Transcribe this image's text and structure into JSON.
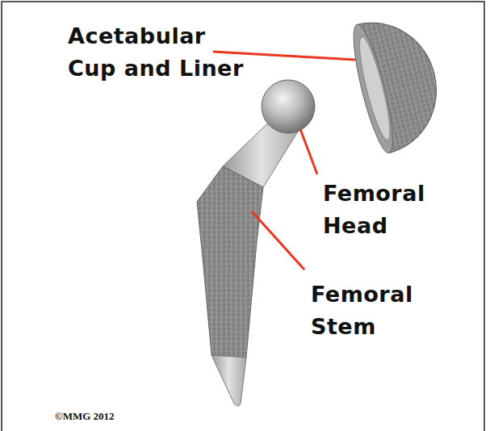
{
  "diagram": {
    "labels": [
      "Acetabular Cup and Liner",
      "Femoral Head",
      "Femoral Stem",
      "©MMG 2012"
    ]
  }
}
